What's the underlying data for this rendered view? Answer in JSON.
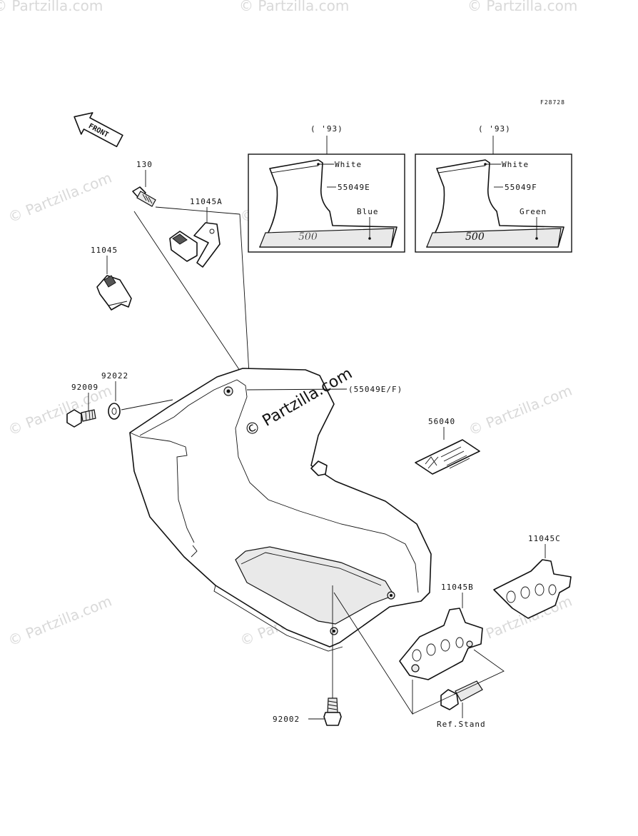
{
  "diagram_code": "F28728",
  "front_arrow_label": "FRONT",
  "watermark": "© Partzilla.com",
  "insets": [
    {
      "year": "( '93)",
      "part_number": "55049E",
      "stripe_top": "White",
      "stripe_bottom": "Blue",
      "logo_text": "500"
    },
    {
      "year": "( '93)",
      "part_number": "55049F",
      "stripe_top": "White",
      "stripe_bottom": "Green",
      "logo_text": "500"
    }
  ],
  "parts": {
    "bolt_130": "130",
    "bracket_11045A": "11045A",
    "clip_11045": "11045",
    "washer_92022": "92022",
    "bolt_92009": "92009",
    "decal_ref": "(55049E/F)",
    "label_56040": "56040",
    "bracket_11045C": "11045C",
    "bracket_11045B": "11045B",
    "bolt_92002": "92002",
    "ref_stand": "Ref.Stand"
  }
}
